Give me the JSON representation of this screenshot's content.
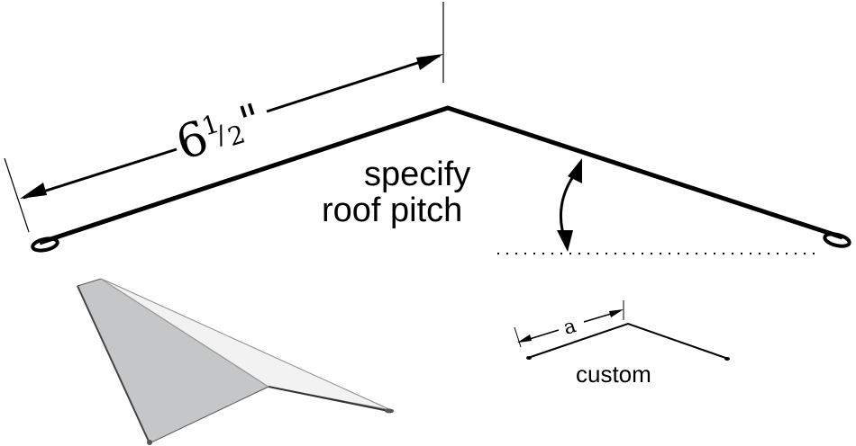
{
  "main_drawing": {
    "length_whole": "6",
    "length_numerator": "1",
    "length_denominator": "2",
    "length_unit": "\"",
    "pitch_label_line1": "specify",
    "pitch_label_line2": "roof pitch"
  },
  "custom_drawing": {
    "dimension_label": "a",
    "caption": "custom"
  },
  "colors": {
    "line": "#000000",
    "panel_left_face": "#c4c6c8",
    "panel_right_face": "#f2f2f2"
  }
}
